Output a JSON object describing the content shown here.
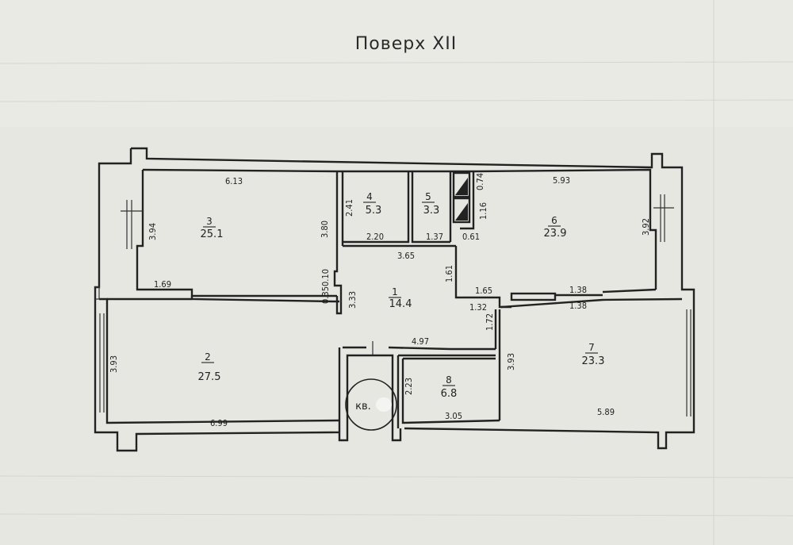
{
  "title": "Поверх XII",
  "rooms": [
    {
      "number": "1",
      "area": "14.4"
    },
    {
      "number": "2",
      "area": "27.5"
    },
    {
      "number": "3",
      "area": "25.1"
    },
    {
      "number": "4",
      "area": "5.3"
    },
    {
      "number": "5",
      "area": "3.3"
    },
    {
      "number": "6",
      "area": "23.9"
    },
    {
      "number": "7",
      "area": "23.3"
    },
    {
      "number": "8",
      "area": "6.8"
    }
  ],
  "dimensions": [
    "6.13",
    "3.94",
    "3.80",
    "1.69",
    "0.10",
    "0.35",
    "2.41",
    "2.20",
    "1.37",
    "3.65",
    "0.74",
    "1.16",
    "0.61",
    "5.93",
    "3.92",
    "1.61",
    "3.33",
    "1.65",
    "1.38",
    "1.38",
    "1.32",
    "1.72",
    "3.93",
    "4.97",
    "2.23",
    "3.05",
    "3.93",
    "5.89",
    "6.99"
  ],
  "apartment_label": "кв."
}
